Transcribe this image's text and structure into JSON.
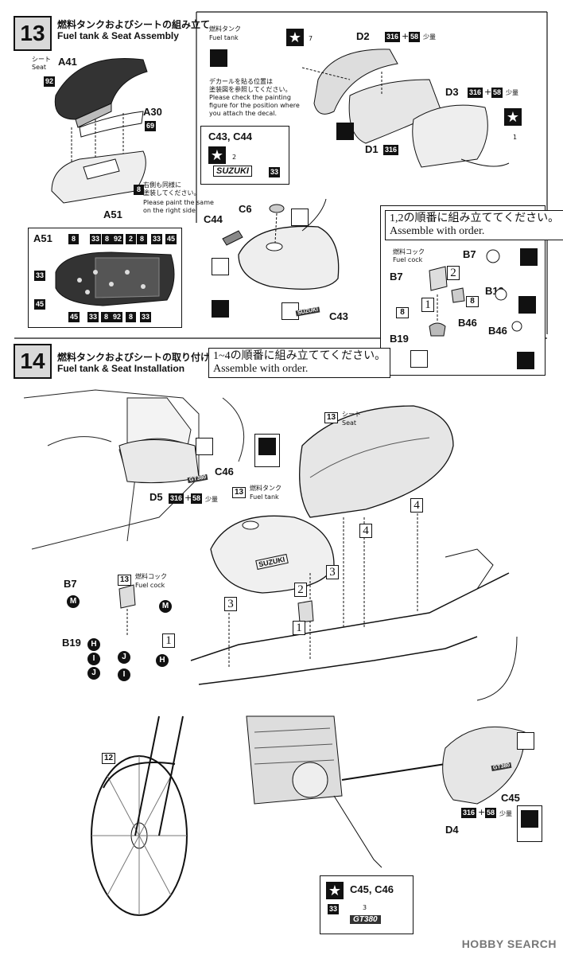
{
  "step13": {
    "number": "13",
    "title_jp": "燃料タンクおよびシートの組み立て",
    "title_en": "Fuel tank & Seat Assembly",
    "seat_label_jp": "シート",
    "seat_label_en": "Seat",
    "fueltank_label_jp": "燃料タンク",
    "fueltank_label_en": "Fuel tank",
    "decal_note_jp": "デカールを貼る位置は\n塗装図を参照してください。",
    "decal_note_en": "Please check the painting\nfigure for the position where\nyou attach the decal.",
    "paint_note_jp": "右側も同様に\n塗装してください。",
    "paint_note_en": "Please paint the same\non the right side",
    "parts": {
      "A41": "A41",
      "A30": "A30",
      "A51": "A51",
      "D2": "D2",
      "D3": "D3",
      "D1": "D1",
      "C6": "C6",
      "C44": "C44",
      "C43": "C43",
      "B7": "B7",
      "B19": "B19",
      "B46": "B46"
    },
    "colors": {
      "c92": "92",
      "c69": "69",
      "c8": "8",
      "c316": "316",
      "c58": "58",
      "c33": "33",
      "c45": "45",
      "c2": "2"
    },
    "small_label": "少量",
    "plus": "+",
    "decal_7": "7",
    "decal_1": "1",
    "decal_2": "2",
    "decal_box_title": "C43, C44",
    "suzuki_text": "SUZUKI",
    "a51_box_title": "A51",
    "a51_top_codes": [
      "8",
      "33",
      "8",
      "92",
      "2",
      "8",
      "33",
      "45"
    ],
    "a51_bottom_codes": [
      "33",
      "8",
      "92",
      "8",
      "33"
    ],
    "a51_left_codes": [
      "33",
      "45"
    ],
    "a51_bottom_left": "45",
    "a51_right": "33",
    "order_note_jp": "1,2の順番に組み立ててください。",
    "order_note_en": "Assemble with order.",
    "fuelcock_jp": "燃料コック",
    "fuelcock_en": "Fuel cock",
    "order_1": "1",
    "order_2": "2"
  },
  "step14": {
    "number": "14",
    "title_jp": "燃料タンクおよびシートの取り付け",
    "title_en": "Fuel tank & Seat Installation",
    "order_note_jp": "1~4の順番に組み立ててください。",
    "order_note_en": "Assemble with order.",
    "ref13": "13",
    "seat_jp": "シート",
    "seat_en": "Seat",
    "fueltank_jp": "燃料タンク",
    "fueltank_en": "Fuel tank",
    "fuelcock_jp": "燃料コック",
    "fuelcock_en": "Fuel cock",
    "ref12": "12",
    "parts": {
      "D5": "D5",
      "C46": "C46",
      "C45": "C45",
      "D4": "D4",
      "B7": "B7",
      "B19": "B19"
    },
    "codes": {
      "c316": "316",
      "c58": "58",
      "c33": "33",
      "c3": "3"
    },
    "small_label": "少量",
    "plus": "+",
    "orders": [
      "1",
      "2",
      "3",
      "3",
      "4",
      "4"
    ],
    "letters": [
      "M",
      "M",
      "H",
      "I",
      "J",
      "J",
      "I",
      "H"
    ],
    "decal_box_title": "C45, C46",
    "gt380_text": "GT380",
    "suzuki_text": "SUZUKI"
  },
  "watermark": "HOBBY SEARCH"
}
